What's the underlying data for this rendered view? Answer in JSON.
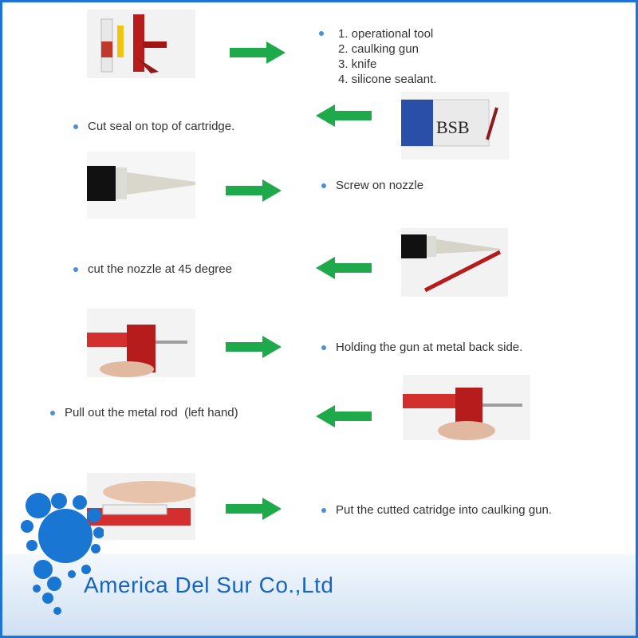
{
  "steps": {
    "tools_list": [
      "1.  operational tool",
      "2.  caulking gun",
      "3.  knife",
      "4.  silicone sealant."
    ],
    "step1": "Cut seal on top of cartridge.",
    "step2": "Screw on nozzle",
    "step3": "cut the nozzle at 45 degree",
    "step4": "Holding the gun at metal back side.",
    "step5": "Pull out the metal rod  (left hand)",
    "step6": "Put the cutted catridge into caulking gun."
  },
  "photos": {
    "cartridge_label": "BSB"
  },
  "footer": {
    "company": "America Del Sur Co.,Ltd"
  },
  "colors": {
    "arrow": "#1ea94a",
    "bullet": "#4a90d9",
    "brand": "#1565c0",
    "border": "#1e73d8"
  }
}
